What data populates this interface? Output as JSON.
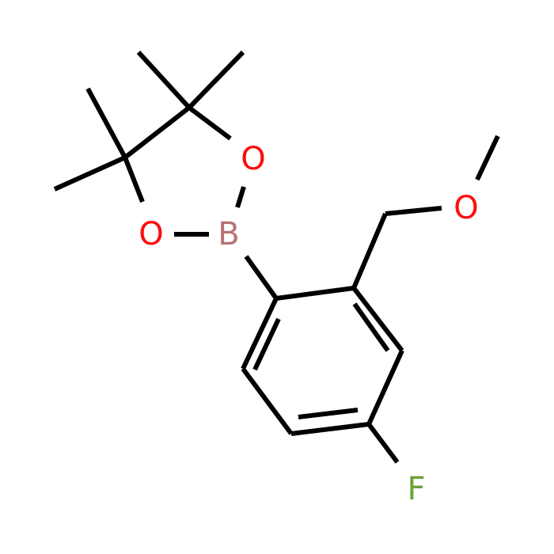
{
  "molecule": {
    "atoms": {
      "o1": {
        "label": "O",
        "color": "#ff0d0d"
      },
      "o2": {
        "label": "O",
        "color": "#ff0d0d"
      },
      "b": {
        "label": "B",
        "color": "#b77373"
      },
      "o3": {
        "label": "O",
        "color": "#ff0d0d"
      },
      "f": {
        "label": "F",
        "color": "#6aa339"
      }
    },
    "bond_color": "#000000"
  }
}
